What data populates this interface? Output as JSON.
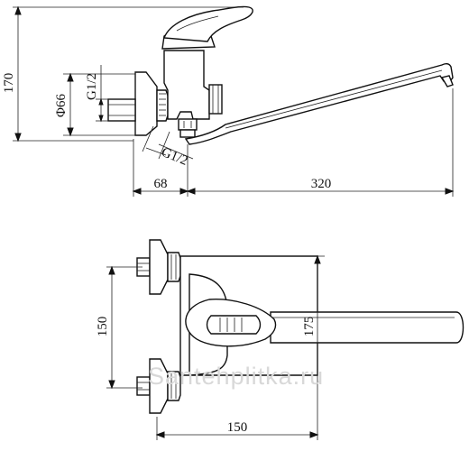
{
  "side_view": {
    "height_label": "170",
    "diameter_label": "Φ66",
    "thread_label_vertical": "G1/2",
    "thread_label_angled": "G1/2",
    "offset_label": "68",
    "spout_label": "320"
  },
  "top_view": {
    "centers_label": "150",
    "depth_label": "175",
    "width_label": "150"
  },
  "watermark": "Santehplitka.ru"
}
